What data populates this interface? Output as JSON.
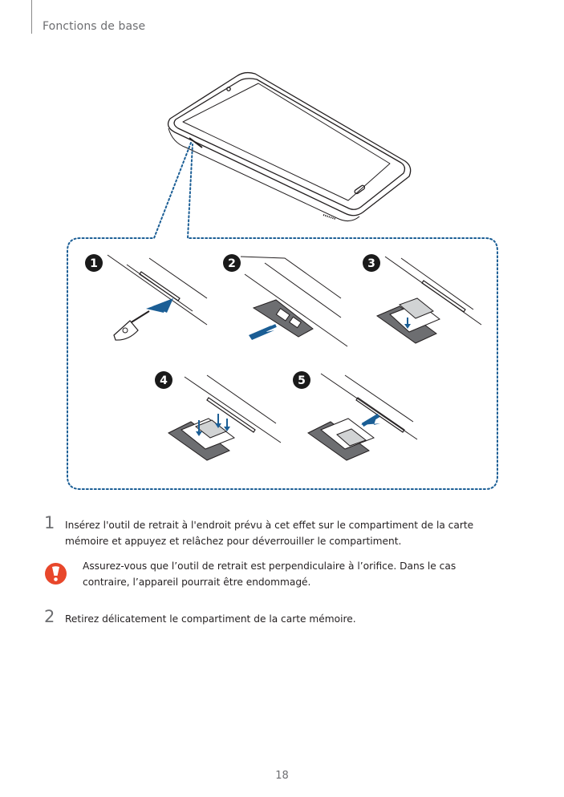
{
  "header": {
    "section_title": "Fonctions de base"
  },
  "figure": {
    "step_badges": [
      "1",
      "2",
      "3",
      "4",
      "5"
    ],
    "colors": {
      "accent_blue": "#1b5e95",
      "badge_dark": "#1a1a1a",
      "dotted_outline": "#1b5e95",
      "line_art": "#231f20"
    }
  },
  "steps": [
    {
      "number": "1",
      "text": "Insérez l'outil de retrait à l'endroit prévu à cet effet sur le compartiment de la carte mémoire et appuyez et relâchez pour déverrouiller le compartiment."
    },
    {
      "number": "2",
      "text": "Retirez délicatement le compartiment de la carte mémoire."
    }
  ],
  "caution": {
    "icon": "caution-icon",
    "color": "#e8472b",
    "text": "Assurez-vous que l’outil de retrait est perpendiculaire à l’orifice. Dans le cas contraire, l’appareil pourrait être endommagé."
  },
  "footer": {
    "page_number": "18"
  }
}
